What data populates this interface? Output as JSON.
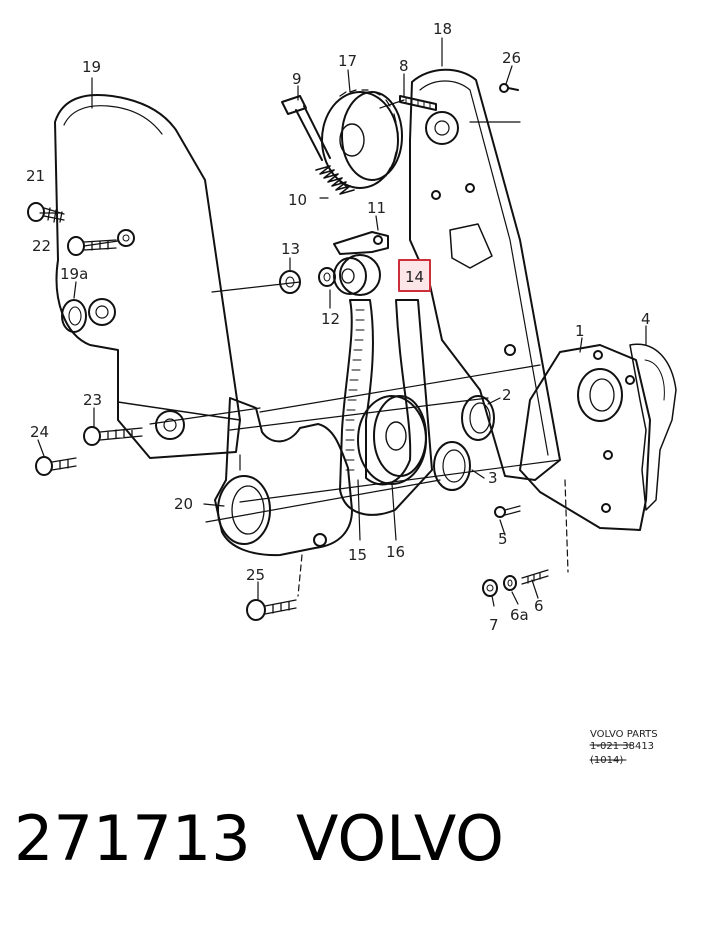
{
  "diagram": {
    "callouts": [
      "1",
      "2",
      "3",
      "4",
      "5",
      "6",
      "6a",
      "7",
      "8",
      "9",
      "10",
      "11",
      "12",
      "13",
      "14",
      "15",
      "16",
      "17",
      "18",
      "19",
      "19a",
      "20",
      "21",
      "22",
      "23",
      "24",
      "25",
      "26"
    ],
    "highlighted_callout": "14",
    "highlight_color": "#cc2f3a"
  },
  "stamp": {
    "line1": "VOLVO  PARTS",
    "line2": "1-021  38413",
    "line3": "(1014)"
  },
  "caption": {
    "part_number": "271713",
    "brand": "VOLVO"
  }
}
